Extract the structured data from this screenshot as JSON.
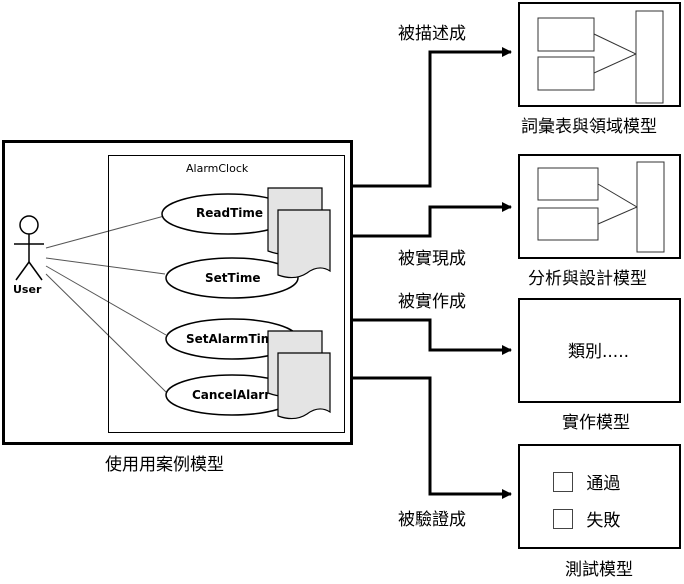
{
  "usecase_model": {
    "label": "使用用案例模型",
    "system_name": "AlarmClock",
    "actor": "User",
    "use_cases": [
      "ReadTime",
      "SetTime",
      "SetAlarmTim",
      "CancelAlarm"
    ]
  },
  "arrows": [
    {
      "label": "被描述成"
    },
    {
      "label": "被實現成"
    },
    {
      "label": "被實作成"
    },
    {
      "label": "被驗證成"
    }
  ],
  "models": {
    "glossary": {
      "label": "詞彙表與領域模型"
    },
    "analysis": {
      "label": "分析與設計模型"
    },
    "implementation": {
      "label": "實作模型",
      "content": "類別....."
    },
    "test": {
      "label": "測試模型",
      "items": [
        "通過",
        "失敗"
      ]
    }
  }
}
